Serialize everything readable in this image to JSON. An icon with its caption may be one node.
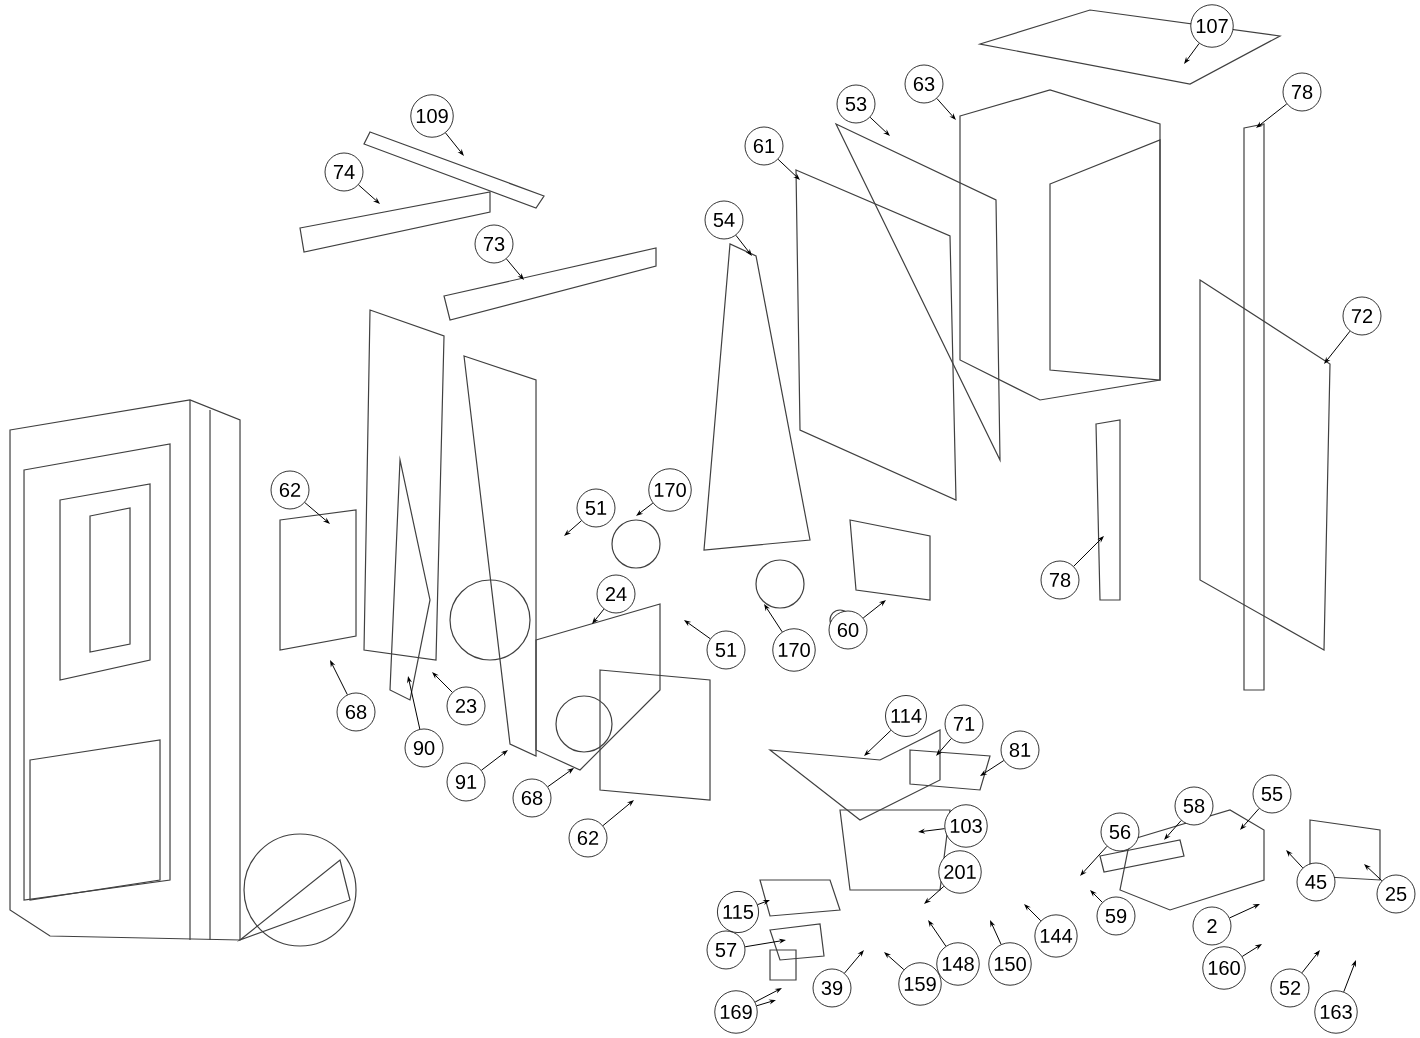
{
  "diagram": {
    "nodes": [
      {
        "text": [
          "107"
        ]
      },
      {
        "text": [
          "109"
        ]
      },
      {
        "text": [
          "78"
        ]
      },
      {
        "text": [
          "74"
        ]
      },
      {
        "text": [
          "63"
        ]
      },
      {
        "text": [
          "53"
        ]
      },
      {
        "text": [
          "61"
        ]
      },
      {
        "text": [
          "73"
        ]
      },
      {
        "text": [
          "54"
        ]
      },
      {
        "text": [
          "72"
        ]
      },
      {
        "text": [
          "62"
        ]
      },
      {
        "text": [
          "51"
        ]
      },
      {
        "text": [
          "170"
        ]
      },
      {
        "text": [
          "24"
        ]
      },
      {
        "text": [
          "51"
        ]
      },
      {
        "text": [
          "170"
        ]
      },
      {
        "text": [
          "60"
        ]
      },
      {
        "text": [
          "78"
        ]
      },
      {
        "text": [
          "68"
        ]
      },
      {
        "text": [
          "23"
        ]
      },
      {
        "text": [
          "90"
        ]
      },
      {
        "text": [
          "91"
        ]
      },
      {
        "text": [
          "68"
        ]
      },
      {
        "text": [
          "62"
        ]
      },
      {
        "text": [
          "114"
        ]
      },
      {
        "text": [
          "71"
        ]
      },
      {
        "text": [
          "81"
        ]
      },
      {
        "text": [
          "103"
        ]
      },
      {
        "text": [
          "201"
        ]
      },
      {
        "text": [
          "56"
        ]
      },
      {
        "text": [
          "58"
        ]
      },
      {
        "text": [
          "55"
        ]
      },
      {
        "text": [
          "45"
        ]
      },
      {
        "text": [
          "25"
        ]
      },
      {
        "text": [
          "59"
        ]
      },
      {
        "text": [
          "2"
        ]
      },
      {
        "text": [
          "115"
        ]
      },
      {
        "text": [
          "150"
        ]
      },
      {
        "text": [
          "144"
        ]
      },
      {
        "text": [
          "148"
        ]
      },
      {
        "text": [
          "57"
        ]
      },
      {
        "text": [
          "160"
        ]
      },
      {
        "text": [
          "39"
        ]
      },
      {
        "text": [
          "159"
        ]
      },
      {
        "text": [
          "52"
        ]
      },
      {
        "text": [
          "169"
        ]
      },
      {
        "text": [
          "163"
        ]
      }
    ],
    "edges": [
      {
        "from": 0,
        "to": null,
        "arrow": "to"
      },
      {
        "from": 1,
        "to": null,
        "arrow": "to"
      },
      {
        "from": 2,
        "to": null,
        "arrow": "to"
      },
      {
        "from": 3,
        "to": null,
        "arrow": "to"
      },
      {
        "from": 4,
        "to": null,
        "arrow": "to"
      },
      {
        "from": 5,
        "to": null,
        "arrow": "to"
      },
      {
        "from": 6,
        "to": null,
        "arrow": "to"
      },
      {
        "from": 7,
        "to": null,
        "arrow": "to"
      },
      {
        "from": 8,
        "to": null,
        "arrow": "to"
      },
      {
        "from": 9,
        "to": null,
        "arrow": "to"
      },
      {
        "from": 10,
        "to": null,
        "arrow": "to"
      },
      {
        "from": 11,
        "to": null,
        "arrow": "to"
      },
      {
        "from": 12,
        "to": null,
        "arrow": "to"
      },
      {
        "from": 13,
        "to": null,
        "arrow": "to"
      },
      {
        "from": 14,
        "to": null,
        "arrow": "to"
      },
      {
        "from": 15,
        "to": null,
        "arrow": "to"
      },
      {
        "from": 16,
        "to": null,
        "arrow": "to"
      },
      {
        "from": 17,
        "to": null,
        "arrow": "to"
      },
      {
        "from": 18,
        "to": null,
        "arrow": "to"
      },
      {
        "from": 19,
        "to": null,
        "arrow": "to"
      },
      {
        "from": 20,
        "to": null,
        "arrow": "to"
      },
      {
        "from": 21,
        "to": null,
        "arrow": "to"
      },
      {
        "from": 22,
        "to": null,
        "arrow": "to"
      },
      {
        "from": 23,
        "to": null,
        "arrow": "to"
      },
      {
        "from": 24,
        "to": null,
        "arrow": "to"
      },
      {
        "from": 25,
        "to": null,
        "arrow": "to"
      },
      {
        "from": 26,
        "to": null,
        "arrow": "to"
      },
      {
        "from": 27,
        "to": null,
        "arrow": "to"
      },
      {
        "from": 28,
        "to": null,
        "arrow": "to"
      },
      {
        "from": 29,
        "to": null,
        "arrow": "to"
      },
      {
        "from": 30,
        "to": null,
        "arrow": "to"
      },
      {
        "from": 31,
        "to": null,
        "arrow": "to"
      },
      {
        "from": 32,
        "to": null,
        "arrow": "to"
      },
      {
        "from": 33,
        "to": null,
        "arrow": "to"
      },
      {
        "from": 34,
        "to": null,
        "arrow": "to"
      },
      {
        "from": 35,
        "to": null,
        "arrow": "to"
      },
      {
        "from": 36,
        "to": null,
        "arrow": "to"
      },
      {
        "from": 37,
        "to": null,
        "arrow": "to"
      },
      {
        "from": 38,
        "to": null,
        "arrow": "to"
      },
      {
        "from": 39,
        "to": null,
        "arrow": "to"
      },
      {
        "from": 40,
        "to": null,
        "arrow": "to"
      },
      {
        "from": 41,
        "to": null,
        "arrow": "to"
      },
      {
        "from": 42,
        "to": null,
        "arrow": "to"
      },
      {
        "from": 43,
        "to": null,
        "arrow": "to"
      },
      {
        "from": 44,
        "to": null,
        "arrow": "to"
      },
      {
        "from": 45,
        "to": null,
        "arrow": "to"
      },
      {
        "from": 45,
        "to": null,
        "arrow": "to"
      },
      {
        "from": 46,
        "to": null,
        "arrow": "to"
      }
    ]
  }
}
